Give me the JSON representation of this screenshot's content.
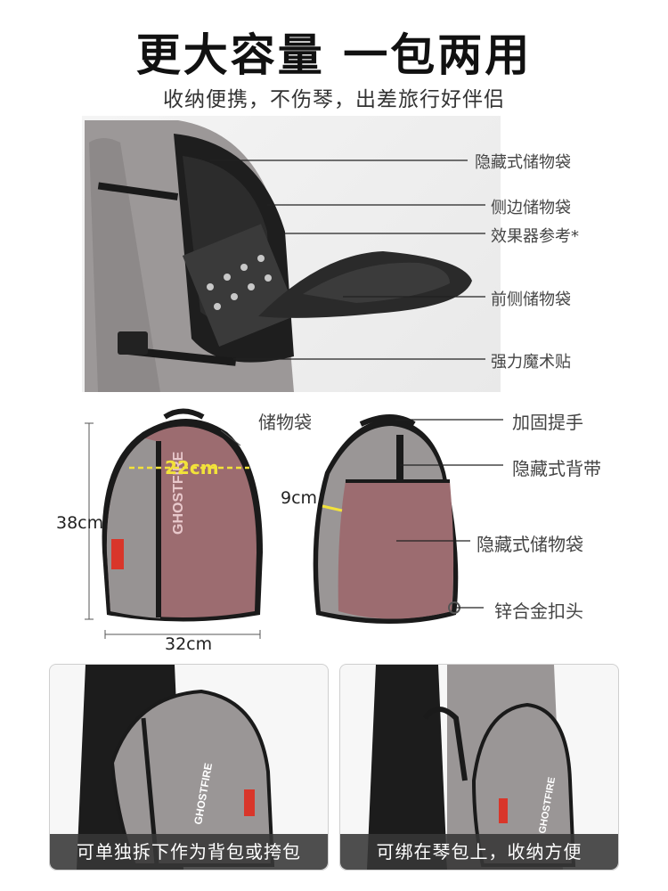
{
  "header": {
    "title": "更大容量 一包两用",
    "subtitle": "收纳便携，不伤琴，出差旅行好伴侣"
  },
  "interior_callouts": [
    "隐藏式储物袋",
    "侧边储物袋",
    "效果器参考*",
    "前侧储物袋",
    "强力魔术贴"
  ],
  "front_view": {
    "pocket_label": "储物袋",
    "width_inner": "22cm",
    "height": "38cm",
    "width": "32cm",
    "brand": "GHOSTFIRE"
  },
  "side_view": {
    "depth": "9cm",
    "callouts": [
      "加固提手",
      "隐藏式背带",
      "隐藏式储物袋",
      "锌合金扣头"
    ]
  },
  "usage": [
    {
      "caption": "可单独拆下作为背包或挎包",
      "brand": "GHOSTFIRE"
    },
    {
      "caption": "可绑在琴包上，收纳方便",
      "brand": "GHOSTFIRE"
    }
  ],
  "colors": {
    "grey_fabric": "#9a9696",
    "rose_fabric": "#9b6a6e",
    "accent_yellow": "#f2e23a",
    "strap_black": "#1a1a1a"
  }
}
